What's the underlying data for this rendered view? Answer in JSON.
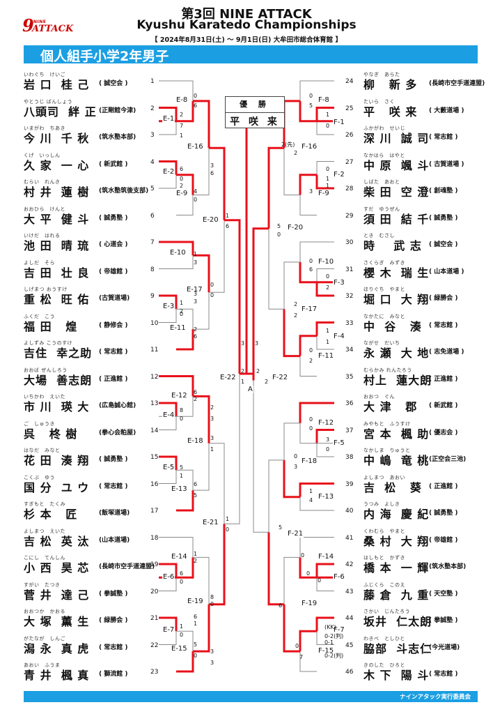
{
  "header": {
    "logo_small": "NINE",
    "logo_big": "ATTACK",
    "title": "第3回 NINE ATTACK",
    "subtitle": "Kyushu Karatedo Championships",
    "info": "【 2024年8月31日(土) ～ 9月1日(日)  大牟田市総合体育館 】"
  },
  "division": "個人組手小学2年男子",
  "champion": {
    "label": "優 勝",
    "name": "平  咲 来"
  },
  "final_label": "A",
  "footer": "ナインアタック実行委員会",
  "players_left": [
    {
      "num": "1",
      "furi": "いわぐち　けいご",
      "name": "岩 口  桂 己",
      "club": "( 誠空会 )"
    },
    {
      "num": "2",
      "furi": "やとうじ ばんしょう",
      "name": "八頭司  絆 正",
      "club": "(正剛館今津)"
    },
    {
      "num": "3",
      "furi": "いまがわ　ちあき",
      "name": "今 川  千 秋",
      "club": "(筑水塾本部)"
    },
    {
      "num": "4",
      "furi": "くげ　いっしん",
      "name": "久 家  一 心",
      "club": "( 新武館 )"
    },
    {
      "num": "5",
      "furi": "むらい　れんき",
      "name": "村 井  蓮 樹",
      "club": "(筑水塾筑後支部)"
    },
    {
      "num": "6",
      "furi": "おおひら　けんと",
      "name": "大 平  健 斗",
      "club": "( 誠勇塾 )"
    },
    {
      "num": "7",
      "furi": "いけだ　はれる",
      "name": "池 田  晴 琉",
      "club": "( 心道会 )"
    },
    {
      "num": "8",
      "furi": "よしだ　そら",
      "name": "吉 田  壮 良",
      "club": "( 帝雄館 )"
    },
    {
      "num": "9",
      "furi": "しげまつ おうすけ",
      "name": "重 松  旺 佑",
      "club": "(古賀道場)"
    },
    {
      "num": "10",
      "furi": "ふくだ　こう",
      "name": "福 田   煌",
      "club": "( 静修会 )"
    },
    {
      "num": "11",
      "furi": "よしずみ こうのすけ",
      "name": "吉住  幸之助",
      "club": "( 常志館 )"
    },
    {
      "num": "12",
      "furi": "おおば ぜんしろう",
      "name": "大場  善志朗",
      "club": "( 正進館 )"
    },
    {
      "num": "13",
      "furi": "いちかわ　えいた",
      "name": "市 川  瑛 大",
      "club": "(広島誠心館)"
    },
    {
      "num": "14",
      "furi": "ご　しゅうき",
      "name": "呉   柊 樹",
      "club": "(拳心会粕屋)"
    },
    {
      "num": "15",
      "furi": "はなだ　みなと",
      "name": "花 田  湊 翔",
      "club": "( 誠勇塾 )"
    },
    {
      "num": "16",
      "furi": "こくぶ　ゆう",
      "name": "国 分  ユ ウ",
      "club": "( 常志館 )"
    },
    {
      "num": "17",
      "furi": "すぎもと　たくみ",
      "name": "杉 本   匠",
      "club": "(飯塚道場)"
    },
    {
      "num": "18",
      "furi": "よしまつ　えいた",
      "name": "吉 松  英 汰",
      "club": "(山本道場)"
    },
    {
      "num": "19",
      "furi": "こにし　てんしん",
      "name": "小 西  昊 芯",
      "club": "(長崎市空手道連盟)"
    },
    {
      "num": "20",
      "furi": "すがい　たつき",
      "name": "菅 井  達 己",
      "club": "( 拳誠塾 )"
    },
    {
      "num": "21",
      "furi": "おおつか　かおる",
      "name": "大 塚  薫 生",
      "club": "( 緑勝会 )"
    },
    {
      "num": "22",
      "furi": "がたなが　しんご",
      "name": "潟 永  真 虎",
      "club": "( 常志館 )"
    },
    {
      "num": "23",
      "furi": "あおい　ふうま",
      "name": "青 井  楓 真",
      "club": "( 獅流館 )"
    }
  ],
  "players_right": [
    {
      "num": "24",
      "furi": "やなぎ　あらた",
      "name": "柳   新 多",
      "club": "(長崎市空手道連盟)"
    },
    {
      "num": "25",
      "furi": "たいら　さく",
      "name": "平   咲 来",
      "club": "( 大藪道場 )"
    },
    {
      "num": "26",
      "furi": "ふかがわ　せいじ",
      "name": "深 川  誠 司",
      "club": "( 常志館 )"
    },
    {
      "num": "27",
      "furi": "なかはら　はやと",
      "name": "中 原  颯 斗",
      "club": "( 古賀道場 )"
    },
    {
      "num": "28",
      "furi": "しばた　あおと",
      "name": "柴 田  空 澄",
      "club": "( 創魂塾 )"
    },
    {
      "num": "29",
      "furi": "すだ　ゆうぜん",
      "name": "須 田  結 千",
      "club": "( 誠勇塾 )"
    },
    {
      "num": "30",
      "furi": "とき　むさし",
      "name": "時    武 志",
      "club": "( 誠空会 )"
    },
    {
      "num": "31",
      "furi": "さくらぎ　みずき",
      "name": "櫻 木  瑞 生",
      "club": "( 山本道場 )"
    },
    {
      "num": "32",
      "furi": "ほりぐち　やまと",
      "name": "堀 口  大 翔",
      "club": "( 緑勝会 )"
    },
    {
      "num": "33",
      "furi": "なかたに　みなと",
      "name": "中  谷   湊",
      "club": "( 常志館 )"
    },
    {
      "num": "34",
      "furi": "ながせ　だいち",
      "name": "永 瀬  大 地",
      "club": "( 志免道場 )"
    },
    {
      "num": "35",
      "furi": "むらかみ れんたろう",
      "name": "村上  蓮大朗",
      "club": "( 正進館 )"
    },
    {
      "num": "36",
      "furi": "おおつ　ぐん",
      "name": "大 津   郡",
      "club": "( 新武館 )"
    },
    {
      "num": "37",
      "furi": "みやもと　ふうすけ",
      "name": "宮 本  楓 助",
      "club": "( 優志会 )"
    },
    {
      "num": "38",
      "furi": "なかしま　りゅうと",
      "name": "中 嶋  竜 桃",
      "club": "(正空会三池)"
    },
    {
      "num": "39",
      "furi": "よしまつ　あおい",
      "name": "吉  松   葵",
      "club": "( 正進館 )"
    },
    {
      "num": "40",
      "furi": "うつみ　よしき",
      "name": "内 海  慶 紀",
      "club": "( 誠勇塾 )"
    },
    {
      "num": "41",
      "furi": "くわむら　やまと",
      "name": "桑 村  大 翔",
      "club": "( 帝雄館 )"
    },
    {
      "num": "42",
      "furi": "はしもと　かずき",
      "name": "橋 本  一 輝",
      "club": "(筑水塾本部)"
    },
    {
      "num": "43",
      "furi": "ふじくら　このえ",
      "name": "藤 倉  九 重",
      "club": "( 天空塾 )"
    },
    {
      "num": "44",
      "furi": "さかい　じんたろう",
      "name": "坂井  仁太朗",
      "club": "( 拳誠塾 )"
    },
    {
      "num": "45",
      "furi": "わきべ　としひと",
      "name": "脇部  斗志仁",
      "club": "(今光道場)"
    },
    {
      "num": "46",
      "furi": "きのした　ひろと",
      "name": "木 下  陽 斗",
      "club": "( 常志館 )"
    }
  ],
  "match_labels": [
    {
      "id": "E-8",
      "text": "E-8"
    },
    {
      "id": "E-1",
      "text": "E-1"
    },
    {
      "id": "E-2",
      "text": "E-2"
    },
    {
      "id": "E-9",
      "text": "E-9"
    },
    {
      "id": "E-16",
      "text": "E-16"
    },
    {
      "id": "E-20",
      "text": "E-20"
    },
    {
      "id": "E-10",
      "text": "E-10"
    },
    {
      "id": "E-3",
      "text": "E-3"
    },
    {
      "id": "E-11",
      "text": "E-11"
    },
    {
      "id": "E-17",
      "text": "E-17"
    },
    {
      "id": "E-12",
      "text": "E-12"
    },
    {
      "id": "E-4",
      "text": "E-4"
    },
    {
      "id": "E-18",
      "text": "E-18"
    },
    {
      "id": "E-5",
      "text": "E-5"
    },
    {
      "id": "E-13",
      "text": "E-13"
    },
    {
      "id": "E-21",
      "text": "E-21"
    },
    {
      "id": "E-14",
      "text": "E-14"
    },
    {
      "id": "E-6",
      "text": "E-6"
    },
    {
      "id": "E-19",
      "text": "E-19"
    },
    {
      "id": "E-7",
      "text": "E-7"
    },
    {
      "id": "E-15",
      "text": "E-15"
    },
    {
      "id": "E-22",
      "text": "E-22"
    },
    {
      "id": "F-8",
      "text": "F-8"
    },
    {
      "id": "F-1",
      "text": "F-1"
    },
    {
      "id": "F-16",
      "text": "F-16"
    },
    {
      "id": "F-2",
      "text": "F-2"
    },
    {
      "id": "F-9",
      "text": "F-9"
    },
    {
      "id": "F-20",
      "text": "F-20"
    },
    {
      "id": "F-10",
      "text": "F-10"
    },
    {
      "id": "F-3",
      "text": "F-3"
    },
    {
      "id": "F-17",
      "text": "F-17"
    },
    {
      "id": "F-4",
      "text": "F-4"
    },
    {
      "id": "F-11",
      "text": "F-11"
    },
    {
      "id": "F-22",
      "text": "F-22"
    },
    {
      "id": "F-12",
      "text": "F-12"
    },
    {
      "id": "F-5",
      "text": "F-5"
    },
    {
      "id": "F-18",
      "text": "F-18"
    },
    {
      "id": "F-13",
      "text": "F-13"
    },
    {
      "id": "F-21",
      "text": "F-21"
    },
    {
      "id": "F-14",
      "text": "F-14"
    },
    {
      "id": "F-6",
      "text": "F-6"
    },
    {
      "id": "F-19",
      "text": "F-19"
    },
    {
      "id": "F-7",
      "text": "F-7"
    },
    {
      "id": "F-15",
      "text": "F-15"
    }
  ],
  "scores": [
    "0",
    "6",
    "2",
    "7",
    "1",
    "0",
    "6",
    "2",
    "4",
    "0",
    "3",
    "6",
    "1",
    "6",
    "0",
    "0",
    "3",
    "3",
    "1",
    "0",
    "2",
    "6",
    "3",
    "2",
    "1",
    "6",
    "2",
    "8",
    "0",
    "3",
    "1",
    "6",
    "5",
    "5",
    "1",
    "2",
    "3",
    "1",
    "0",
    "1",
    "2",
    "6",
    "0",
    "8",
    "0",
    "1",
    "0",
    "5",
    "0",
    "6",
    "1",
    "3",
    "2",
    "2",
    "3",
    "3",
    "1",
    "3",
    "2",
    "0",
    "5",
    "1",
    "0",
    "2(先)",
    "2",
    "0",
    "1",
    "1",
    "3",
    "5",
    "0",
    "0",
    "6",
    "0",
    "2",
    "2",
    "2",
    "1",
    "1",
    "0",
    "2",
    "0",
    "0",
    "3",
    "0",
    "0",
    "3",
    "1",
    "4",
    "5",
    "6",
    "0",
    "0",
    "0",
    "0",
    "7",
    "(KK)",
    "0-2(判)",
    "0-1",
    "0-2(判)",
    "0-2",
    "4",
    "0",
    "1",
    "0"
  ]
}
